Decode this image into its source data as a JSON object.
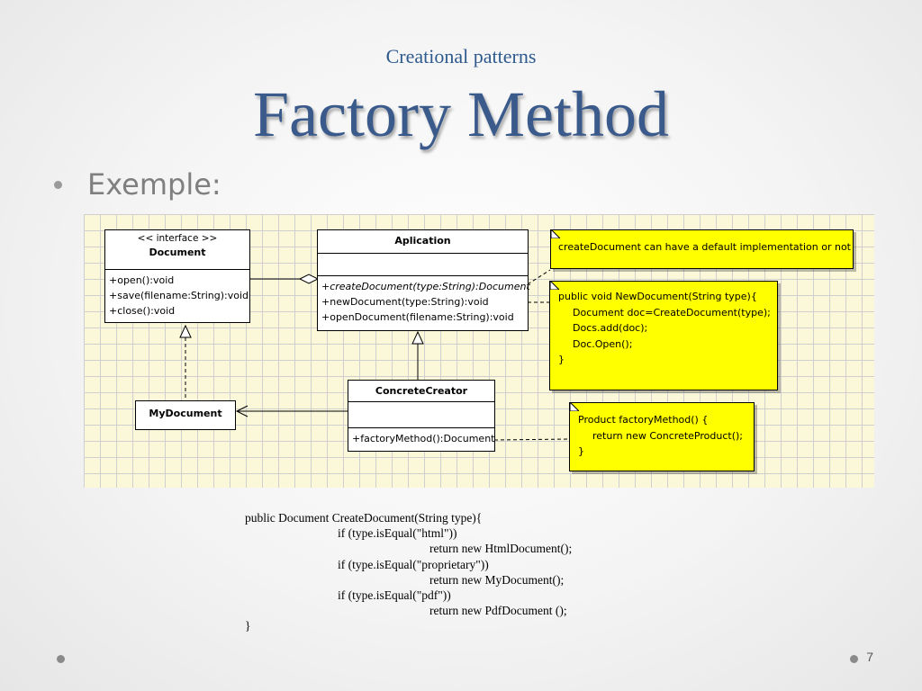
{
  "slide": {
    "subtitle": "Creational patterns",
    "title": "Factory Method",
    "bullet": "Exemple:",
    "page_number": "7"
  },
  "diagram": {
    "document": {
      "stereotype": "<< interface >>",
      "name": "Document",
      "ops": [
        "+open():void",
        "+save(filename:String):void",
        "+close():void"
      ]
    },
    "application": {
      "name": "Aplication",
      "ops": [
        "+createDocument(type:String):Document",
        "+newDocument(type:String):void",
        "+openDocument(filename:String):void"
      ]
    },
    "my_document": {
      "name": "MyDocument"
    },
    "concrete_creator": {
      "name": "ConcreteCreator",
      "ops": [
        "+factoryMethod():Document"
      ]
    },
    "notes": {
      "default_impl": "createDocument can have a default implementation or not",
      "new_document": [
        "public void NewDocument(String type){",
        "    Document doc=CreateDocument(type);",
        "    Docs.add(doc);",
        "    Doc.Open();",
        "}"
      ],
      "factory_method": [
        "Product factoryMethod() {",
        "    return new ConcreteProduct();",
        "}"
      ]
    },
    "colors": {
      "note": "#ffff00",
      "grid_bg": "#fbf7d9"
    }
  },
  "code": [
    "public Document CreateDocument(String type){",
    "                        if (type.isEqual(\"html\"))",
    "                                                return new HtmlDocument();",
    "                        if (type.isEqual(\"proprietary\"))",
    "                                                return new MyDocument();",
    "                        if (type.isEqual(\"pdf\"))",
    "                                                return new PdfDocument ();",
    "}"
  ]
}
